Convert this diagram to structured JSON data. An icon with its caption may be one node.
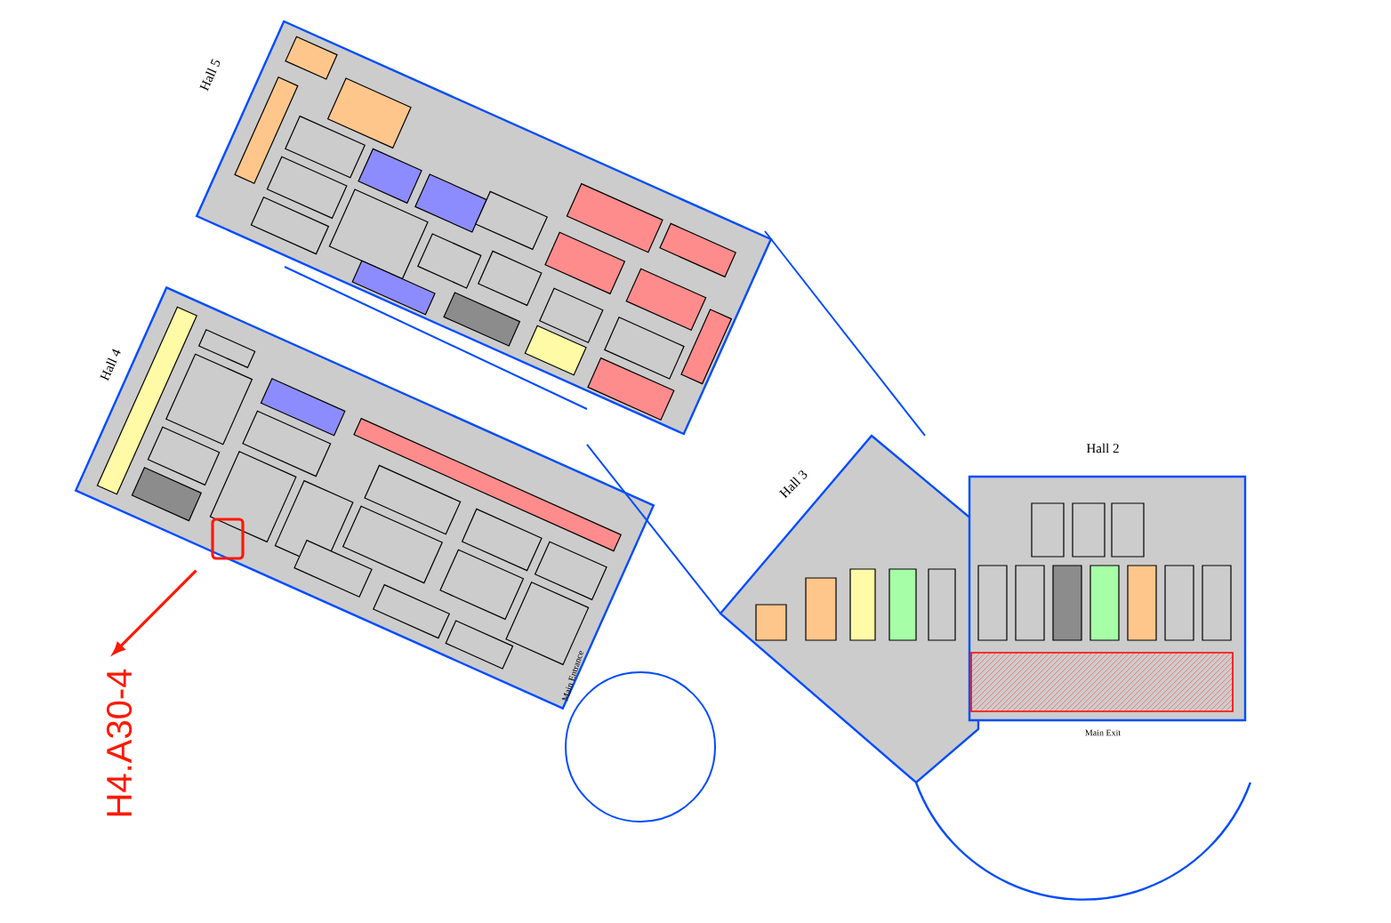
{
  "diagram": {
    "nodes": [
      {
        "text": [],
        "shape": "box"
      },
      {
        "text": [
          "H4.A30-4"
        ]
      }
    ],
    "edges": [
      {
        "from": 0,
        "to": 1,
        "arrow": "to"
      }
    ],
    "labels": [
      "Hall 5",
      "Hall 4",
      "Hall 3",
      "Hall 2",
      "Main Entrance",
      "Main Exit"
    ]
  }
}
